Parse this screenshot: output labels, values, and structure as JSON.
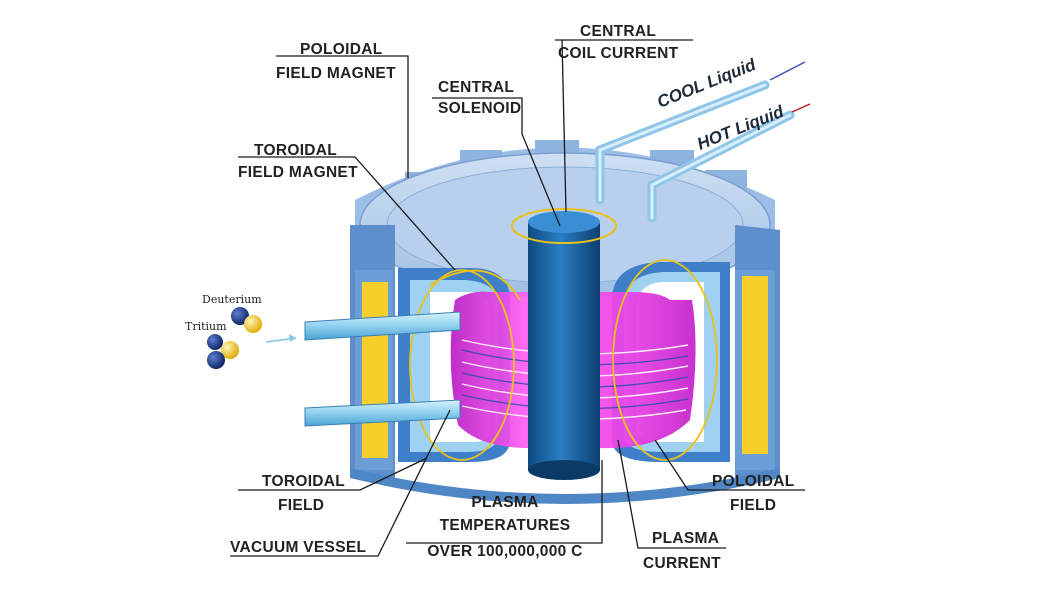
{
  "labels": {
    "poloidal_field_magnet": [
      "POLOIDAL",
      "FIELD MAGNET"
    ],
    "central_coil_current": [
      "CENTRAL",
      "COIL CURRENT"
    ],
    "central_solenoid": [
      "CENTRAL",
      "SOLENOID"
    ],
    "toroidal_field_magnet": [
      "TOROIDAL",
      "FIELD MAGNET"
    ],
    "toroidal_field": [
      "TOROIDAL",
      "FIELD"
    ],
    "vacuum_vessel": "VACUUM VESSEL",
    "plasma_temperatures": [
      "PLASMA",
      "TEMPERATURES",
      "OVER 100,000,000 C"
    ],
    "plasma_current": [
      "PLASMA",
      "CURRENT"
    ],
    "poloidal_field": [
      "POLOIDAL",
      "FIELD"
    ],
    "cool_liquid": "COOL Liquid",
    "hot_liquid": "HOT Liquid",
    "deuterium": "Deuterium",
    "tritium": "Tritium"
  },
  "colors": {
    "shell_light": "#b9d3ef",
    "shell_mid": "#88b3e0",
    "shell_dark": "#4f86c6",
    "coil_yellow": "#f6cf2a",
    "solenoid_blue": "#1b5c9a",
    "plasma_magenta": "#ee3fe6",
    "field_line_yellow": "#e8c21a",
    "pipe_blue": "#8fd0ef"
  },
  "icons": [
    "deuterium-atom-icon",
    "tritium-atom-icon",
    "injection-arrow-icon"
  ]
}
